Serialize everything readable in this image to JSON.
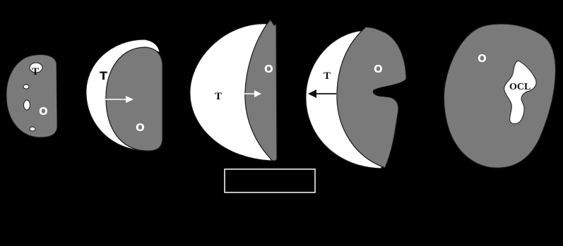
{
  "colors": {
    "background": "#000000",
    "tissue_gray": "#7a7a7a",
    "white": "#ffffff",
    "outline": "#1a1a1a"
  },
  "labels": {
    "t": "T",
    "o": "O",
    "ocl": "OCL"
  },
  "legend_box_text": ""
}
